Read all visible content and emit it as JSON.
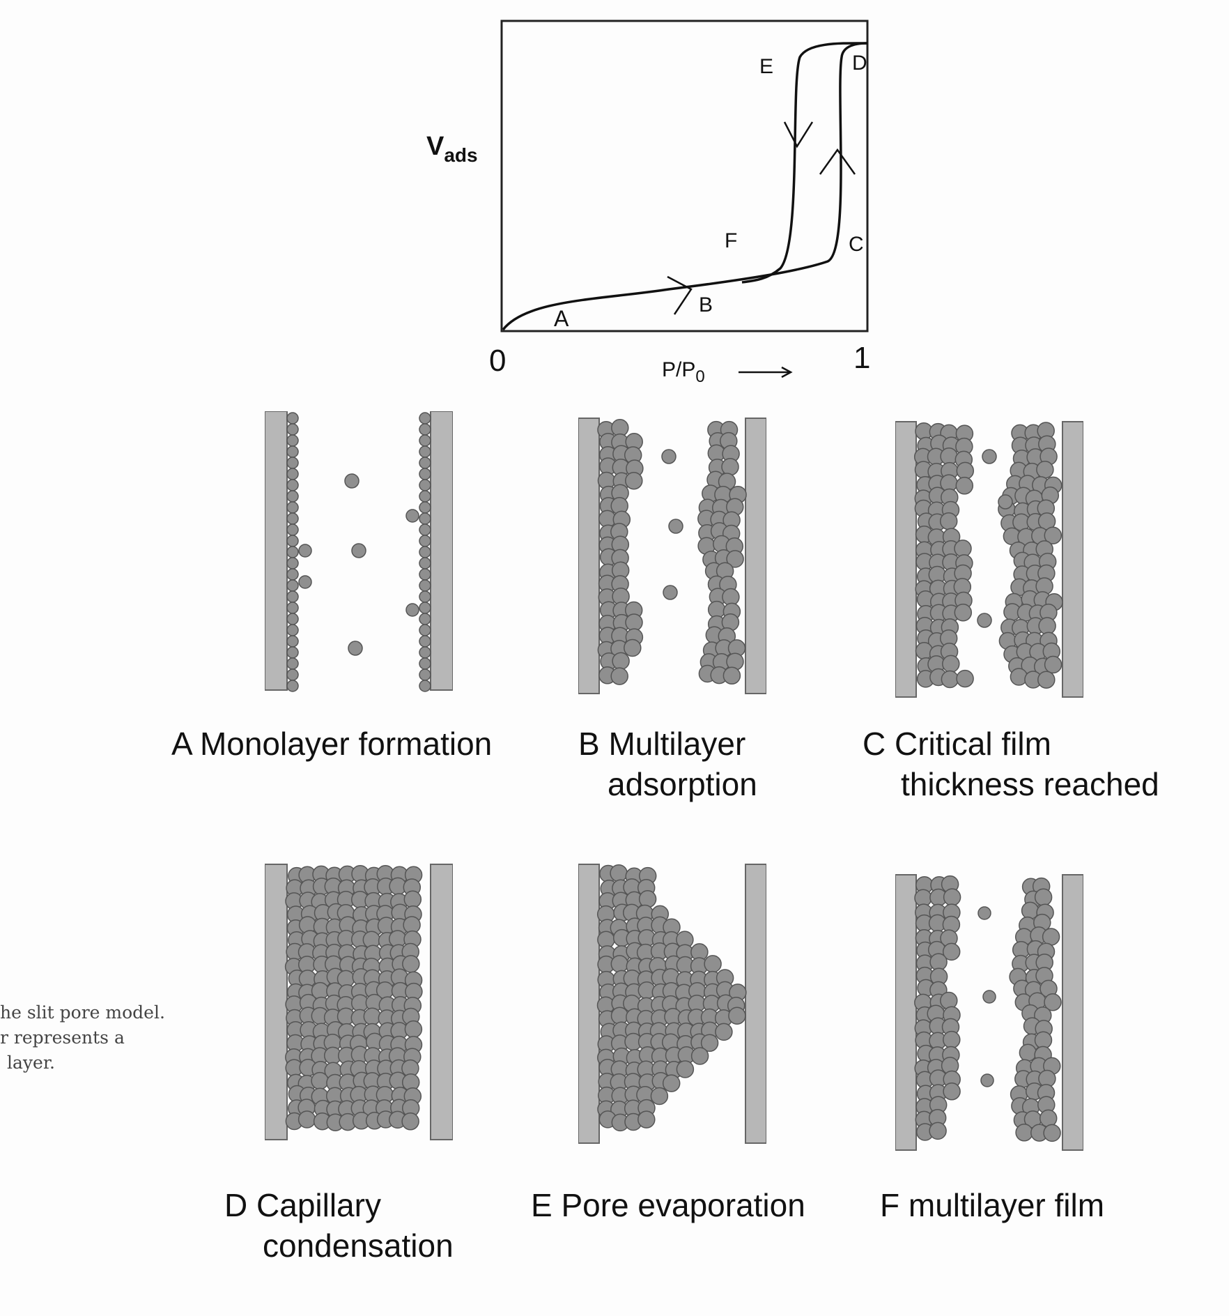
{
  "graph": {
    "y_label_main": "V",
    "y_label_sub": "ads",
    "x_label_main": "P/P",
    "x_label_sub": "0",
    "x_min_label": "0",
    "x_max_label": "1",
    "arrow_glyph": "⟶",
    "point_labels": [
      "A",
      "B",
      "C",
      "D",
      "E",
      "F"
    ]
  },
  "panels": [
    {
      "id": "A",
      "letter": "A",
      "line1": "Monolayer formation",
      "line2": ""
    },
    {
      "id": "B",
      "letter": "B",
      "line1": "Multilayer",
      "line2": "adsorption"
    },
    {
      "id": "C",
      "letter": "C",
      "line1": "Critical film",
      "line2": "thickness reached"
    },
    {
      "id": "D",
      "letter": "D",
      "line1": "Capillary",
      "line2": "condensation"
    },
    {
      "id": "E",
      "letter": "E",
      "line1": "Pore evaporation",
      "line2": ""
    },
    {
      "id": "F",
      "letter": "F",
      "line1": "multilayer film",
      "line2": ""
    }
  ],
  "side_note": {
    "lines": [
      "he slit pore model.",
      "r represents a",
      "layer."
    ]
  },
  "colors": {
    "wall": "#b7b7b7",
    "molecule": "#8f8f8f",
    "molecule_edge": "#555555",
    "line": "#111111"
  }
}
